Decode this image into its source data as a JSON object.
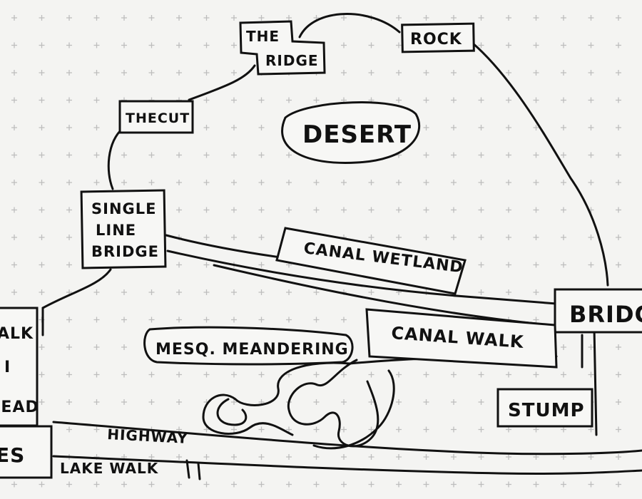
{
  "diagram": {
    "nodes": {
      "the_ridge": {
        "lines": [
          "THE",
          "RIDGE"
        ]
      },
      "rock": {
        "label": "ROCK"
      },
      "the_cut": {
        "label": "THECUT"
      },
      "desert": {
        "label": "DESERT"
      },
      "single_line_bridge": {
        "lines": [
          "SINGLE",
          "LINE",
          "BRIDGE"
        ]
      },
      "canal_wetland": {
        "label": "CANAL WETLAND"
      },
      "bridge": {
        "label": "BRIDGE"
      },
      "canal_walk": {
        "label": "CANAL WALK"
      },
      "mesq_meandering": {
        "label": "MESQ. MEANDERING"
      },
      "stump": {
        "label": "STUMP"
      },
      "left_box": {
        "lines": [
          "ALK",
          "I",
          "HEAD"
        ]
      },
      "left_bottom_box": {
        "label": "ES"
      },
      "highway": {
        "label": "HIGHWAY"
      },
      "lake_walk": {
        "label": "LAKE WALK"
      }
    }
  },
  "colors": {
    "paper": "#f4f4f2",
    "ink": "#111111",
    "grid": "#bdbdbd"
  }
}
